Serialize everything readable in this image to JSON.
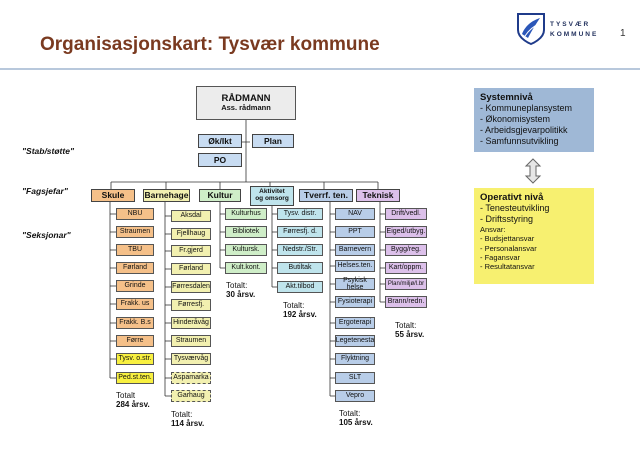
{
  "page": {
    "title": "Organisasjonskart: Tysvær kommune",
    "number": "1"
  },
  "logo": {
    "line1": "TYSVÆR",
    "line2": "KOMMUNE"
  },
  "top": {
    "radmann": "RÅDMANN",
    "ass": "Ass. rådmann"
  },
  "staff": {
    "okikt": "Øk/Ikt",
    "plan": "Plan",
    "po": "PO"
  },
  "labels": {
    "stab": "\"Stab/støtte\"",
    "fagsjef": "\"Fagsjefar\"",
    "seksjon": "\"Seksjonar\""
  },
  "heads": {
    "skule": "Skule",
    "barnehage": "Barnehage",
    "kultur": "Kultur",
    "aktivitet1": "Aktivitet",
    "aktivitet2": "og omsorg",
    "tverrf": "Tverrf. ten.",
    "teknisk": "Teknisk"
  },
  "skule": [
    "NBU",
    "Straumen",
    "TBU",
    "Førland",
    "Grinde",
    "Frakk. us",
    "Frakk. B.s",
    "Førre",
    "Tysv. o.str.",
    "Ped.st.ten."
  ],
  "barnehage": [
    "Aksdal",
    "Fjellhaug",
    "Fr.gjerd",
    "Førland",
    "Førresdalen",
    "Førresfj.",
    "Hinderåvåg",
    "Straumen",
    "Tysværvåg",
    "Aspamarka",
    "Garhaug"
  ],
  "kultur": [
    "Kulturhus",
    "Bibliotek",
    "Kultursk.",
    "Kult.kont."
  ],
  "aktivitet": [
    "Tysv. distr.",
    "Førresfj. d.",
    "Nedstr./Str.",
    "Butiltak",
    "Akt.tilbod"
  ],
  "tverrf": [
    "NAV",
    "PPT",
    "Barnevern",
    "Helses.ten.",
    "Psykisk helse",
    "Fysioterapi",
    "Ergoterapi",
    "Legetenesta",
    "Flyktning",
    "SLT",
    "Vepro"
  ],
  "teknisk": [
    "Drift/vedl.",
    "Eiged/utbyg.",
    "Bygg/reg.",
    "Kart/oppm.",
    "Plan/miljø/l.br",
    "Brann/redn."
  ],
  "totals": {
    "skule": {
      "label": "Totalt",
      "value": "284 årsv."
    },
    "barnehage": {
      "label": "Totalt:",
      "value": "114 årsv."
    },
    "kultur": {
      "label": "Totalt:",
      "value": "30 årsv."
    },
    "aktivitet": {
      "label": "Totalt:",
      "value": "192 årsv."
    },
    "tverrf": {
      "label": "Totalt:",
      "value": "105 årsv."
    },
    "teknisk": {
      "label": "Totalt:",
      "value": "55 årsv."
    }
  },
  "strategic": {
    "heading": "Systemnivå",
    "items": [
      "- Kommuneplansystem",
      "- Økonomisystem",
      "- Arbeidsgjevarpolitikk",
      "- Samfunnsutvikling"
    ]
  },
  "operative": {
    "heading": "Operativt nivå",
    "items": [
      "- Tenesteutvikling",
      "- Driftsstyring"
    ],
    "sub_heading": "Ansvar:",
    "sub_items": [
      "- Budsjettansvar",
      "- Personalansvar",
      "- Fagansvar",
      "- Resultatansvar"
    ]
  },
  "colors": {
    "title": "#7a3a20",
    "skule": "#f5c089",
    "barnehage": "#f2f0b0",
    "kultur": "#cfeec8",
    "aktivitet": "#bfe4ec",
    "tverrf": "#b8cde8",
    "teknisk": "#dcc0ea",
    "staff": "#c8dcf2",
    "top": "#ececec",
    "strategic": "#9fb8d6",
    "operative": "#f7f070",
    "skule_special": "#f8f040"
  },
  "icons": {
    "arrow": "double-vertical-arrow-icon"
  }
}
